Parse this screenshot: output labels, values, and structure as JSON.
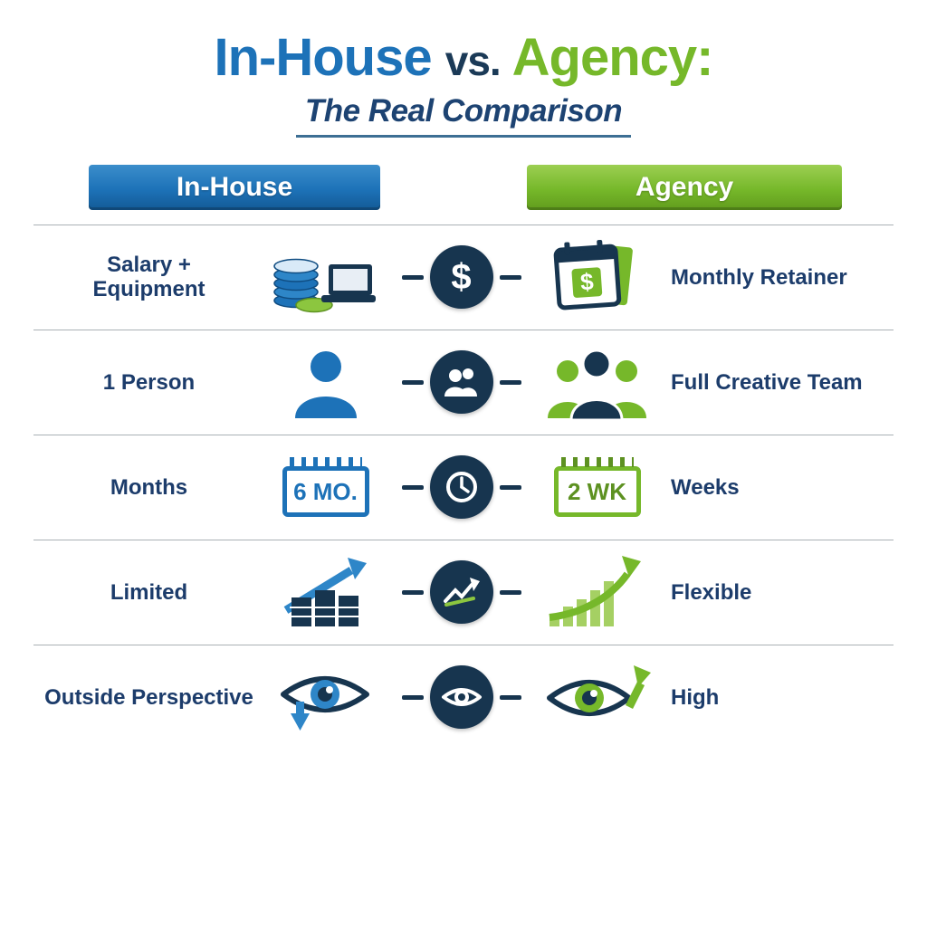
{
  "title": {
    "heading_blue": "In-House",
    "heading_vs": "vs.",
    "heading_green": "Agency:",
    "subtitle": "The Real Comparison"
  },
  "columns": {
    "left": "In-House",
    "right": "Agency"
  },
  "rows": [
    {
      "left_label": "Salary + Equipment",
      "right_label": "Monthly Retainer",
      "left_icon": "coins-and-laptop-icon",
      "center_icon": "dollar-circle-icon",
      "center_glyph": "$",
      "right_icon": "calendar-dollar-icon"
    },
    {
      "left_label": "1 Person",
      "right_label": "Full Creative Team",
      "left_icon": "single-person-icon",
      "center_icon": "people-circle-icon",
      "right_icon": "creative-team-icon"
    },
    {
      "left_label": "Months",
      "right_label": "Weeks",
      "left_icon": "calendar-6-months-icon",
      "left_icon_text": "6 MO.",
      "center_icon": "clock-circle-icon",
      "right_icon": "calendar-2-weeks-icon",
      "right_icon_text": "2 WK"
    },
    {
      "left_label": "Limited",
      "right_label": "Flexible",
      "left_icon": "bar-chart-arrow-icon",
      "center_icon": "trend-circle-icon",
      "right_icon": "growth-arrow-icon"
    },
    {
      "left_label": "Outside Perspective",
      "right_label": "High",
      "left_icon": "eye-arrow-down-icon",
      "center_icon": "eye-circle-icon",
      "right_icon": "eye-arrow-up-icon"
    }
  ],
  "colors": {
    "blue": "#1d72b8",
    "green": "#76b82a",
    "navy": "#17354f",
    "label_navy": "#1c3c6b"
  }
}
